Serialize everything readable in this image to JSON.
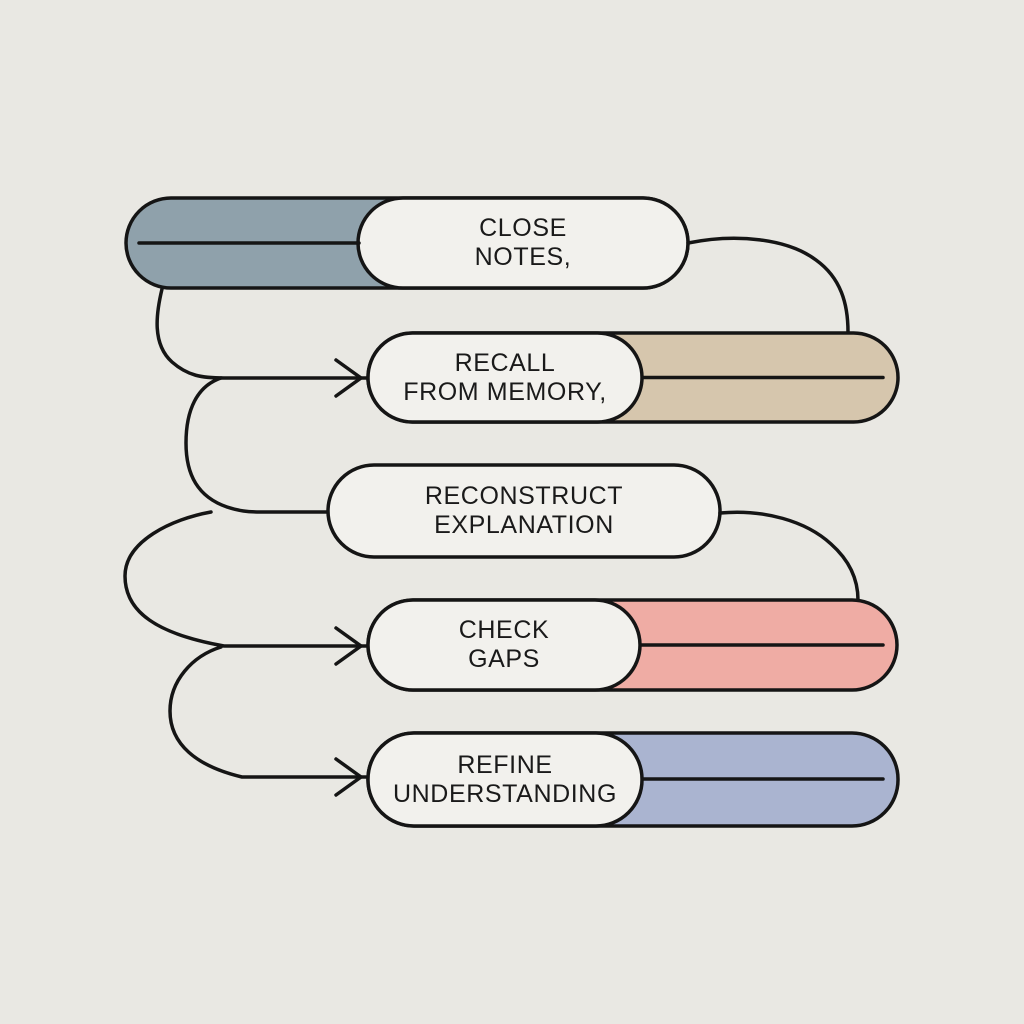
{
  "canvas": {
    "background_color": "#e9e8e3",
    "node_fill_color": "#f2f1ed",
    "stroke_color": "#151515"
  },
  "nodes": [
    {
      "id": "close-notes",
      "title_line1": "CLOSE",
      "title_line2": "NOTES,",
      "accent_side": "left",
      "accent_color": "#8fa1ab"
    },
    {
      "id": "recall-from-memory",
      "title_line1": "RECALL",
      "title_line2": "FROM MEMORY,",
      "accent_side": "right",
      "accent_color": "#d6c6ad"
    },
    {
      "id": "reconstruct-explanation",
      "title_line1": "RECONSTRUCT",
      "title_line2": "EXPLANATION",
      "accent_side": "none",
      "accent_color": ""
    },
    {
      "id": "check-gaps",
      "title_line1": "CHECK",
      "title_line2": "GAPS",
      "accent_side": "right",
      "accent_color": "#efaca4"
    },
    {
      "id": "refine-understanding",
      "title_line1": "REFINE",
      "title_line2": "UNDERSTANDING",
      "accent_side": "right",
      "accent_color": "#aab4d0"
    }
  ]
}
